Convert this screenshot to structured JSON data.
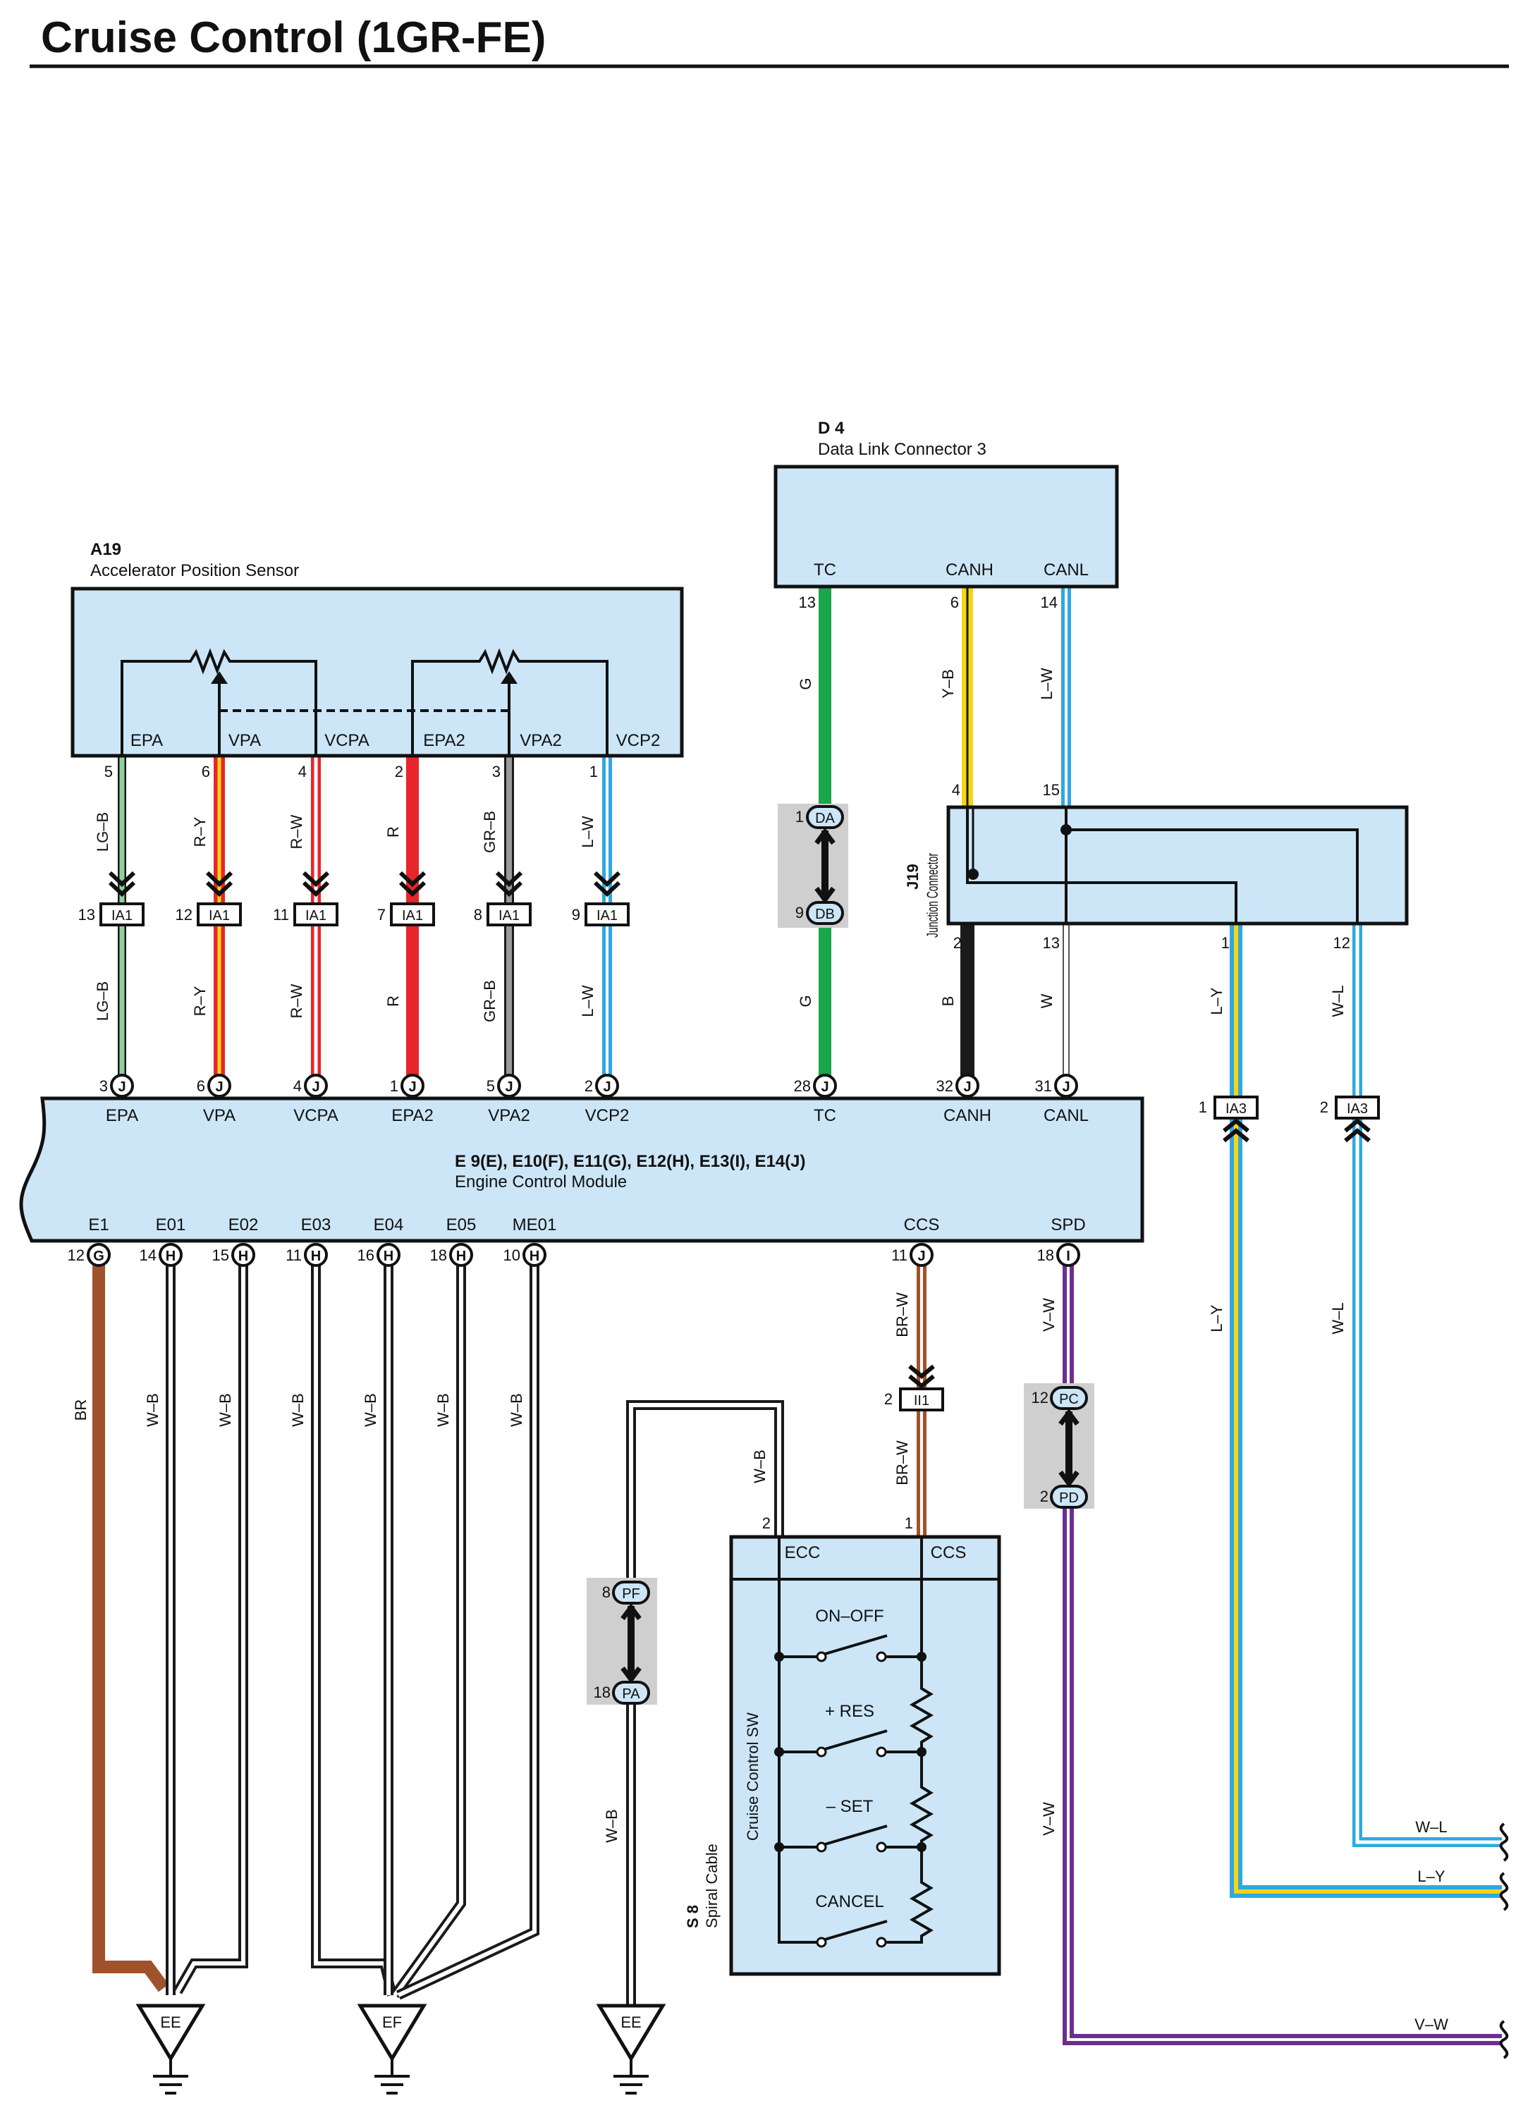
{
  "title": "Cruise Control (1GR-FE)",
  "components": {
    "d4": {
      "id": "D 4",
      "name": "Data Link Connector 3",
      "pins": [
        {
          "name": "TC",
          "num": "13"
        },
        {
          "name": "CANH",
          "num": "6"
        },
        {
          "name": "CANL",
          "num": "14"
        }
      ]
    },
    "a19": {
      "id": "A19",
      "name": "Accelerator Position Sensor",
      "pins": [
        {
          "name": "EPA",
          "num": "5"
        },
        {
          "name": "VPA",
          "num": "6"
        },
        {
          "name": "VCPA",
          "num": "4"
        },
        {
          "name": "EPA2",
          "num": "2"
        },
        {
          "name": "VPA2",
          "num": "3"
        },
        {
          "name": "VCP2",
          "num": "1"
        }
      ]
    },
    "j19": {
      "id": "J19",
      "name": "Junction Connector",
      "top_pins": [
        "4",
        "15"
      ],
      "bottom_pins": [
        "2",
        "13",
        "1",
        "12"
      ]
    },
    "ecm": {
      "id": "E 9(E), E10(F), E11(G), E12(H), E13(I), E14(J)",
      "name": "Engine Control Module",
      "top_pins": [
        {
          "name": "EPA",
          "num": "3",
          "conn": "J"
        },
        {
          "name": "VPA",
          "num": "6",
          "conn": "J"
        },
        {
          "name": "VCPA",
          "num": "4",
          "conn": "J"
        },
        {
          "name": "EPA2",
          "num": "1",
          "conn": "J"
        },
        {
          "name": "VPA2",
          "num": "5",
          "conn": "J"
        },
        {
          "name": "VCP2",
          "num": "2",
          "conn": "J"
        },
        {
          "name": "TC",
          "num": "28",
          "conn": "J"
        },
        {
          "name": "CANH",
          "num": "32",
          "conn": "J"
        },
        {
          "name": "CANL",
          "num": "31",
          "conn": "J"
        }
      ],
      "bottom_pins": [
        {
          "name": "E1",
          "num": "12",
          "conn": "G"
        },
        {
          "name": "E01",
          "num": "14",
          "conn": "H"
        },
        {
          "name": "E02",
          "num": "15",
          "conn": "H"
        },
        {
          "name": "E03",
          "num": "11",
          "conn": "H"
        },
        {
          "name": "E04",
          "num": "16",
          "conn": "H"
        },
        {
          "name": "E05",
          "num": "18",
          "conn": "H"
        },
        {
          "name": "ME01",
          "num": "10",
          "conn": "H"
        },
        {
          "name": "CCS",
          "num": "11",
          "conn": "J"
        },
        {
          "name": "SPD",
          "num": "18",
          "conn": "I"
        }
      ]
    },
    "s8": {
      "id": "S 8",
      "name": "Spiral Cable",
      "inner": "Cruise Control SW",
      "pins": [
        {
          "name": "ECC",
          "num": "2"
        },
        {
          "name": "CCS",
          "num": "1"
        }
      ],
      "switches": [
        "ON–OFF",
        "+ RES",
        "– SET",
        "CANCEL"
      ]
    }
  },
  "wires": {
    "a19_upper": [
      "LG–B",
      "R–Y",
      "R–W",
      "R",
      "GR–B",
      "L–W"
    ],
    "a19_lower": [
      "LG–B",
      "R–Y",
      "R–W",
      "R",
      "GR–B",
      "L–W"
    ],
    "tc": "G",
    "canh": "Y–B",
    "canl": "L–W",
    "j19_canh": "B",
    "j19_canl": "W",
    "j19_ly": "L–Y",
    "j19_wl": "W–L",
    "grounds": [
      "BR",
      "W–B",
      "W–B",
      "W–B",
      "W–B",
      "W–B",
      "W–B"
    ],
    "ccs": "BR–W",
    "spd": "V–W",
    "ecc": "W–B",
    "ecc_lower": "W–B"
  },
  "connectors": {
    "ia1_nums": [
      "13",
      "12",
      "11",
      "7",
      "8",
      "9"
    ],
    "ia1_label": "IA1",
    "ia3": [
      {
        "num": "1",
        "label": "IA3"
      },
      {
        "num": "2",
        "label": "IA3"
      }
    ],
    "ii1": {
      "num": "2",
      "label": "II1"
    },
    "da": {
      "num": "1",
      "label": "DA"
    },
    "db": {
      "num": "9",
      "label": "DB"
    },
    "pc": {
      "num": "12",
      "label": "PC"
    },
    "pd": {
      "num": "2",
      "label": "PD"
    },
    "pf": {
      "num": "8",
      "label": "PF"
    },
    "pa": {
      "num": "18",
      "label": "PA"
    }
  },
  "ground_points": [
    "EE",
    "EF",
    "EE"
  ],
  "continuations": [
    "W–L",
    "L–Y",
    "V–W"
  ],
  "colors": {
    "panel": "#cce6f7",
    "green": "#1aa64a",
    "yellow": "#f7d417",
    "blue": "#2fa8e0",
    "red": "#e8252a",
    "purple": "#6e2e91",
    "brown": "#a0522d",
    "gray": "#cfcfcf",
    "black": "#1a1a1a"
  }
}
